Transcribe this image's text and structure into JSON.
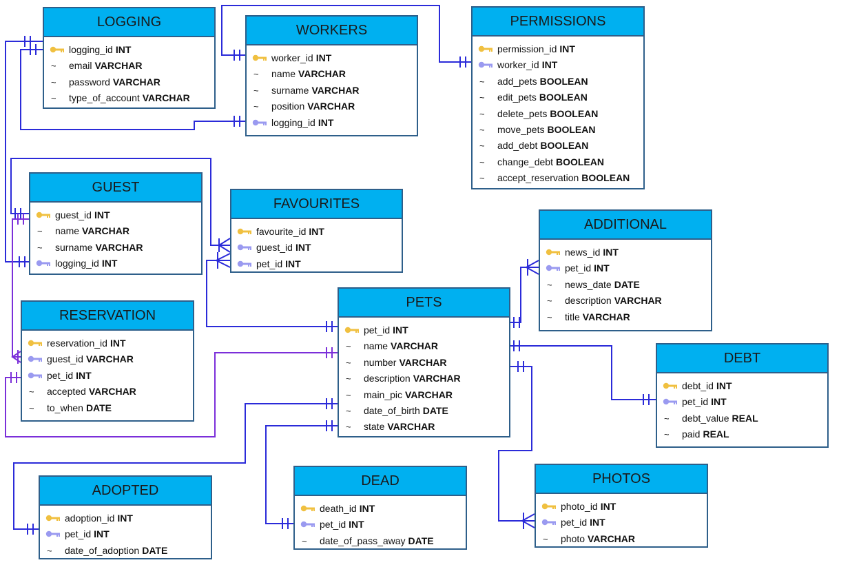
{
  "colors": {
    "header": "#00b0f0",
    "border": "#2e5f8a",
    "line": "#2b2bd9",
    "line_alt": "#7b2fd9",
    "pk_key": "#f0c040",
    "fk_key": "#9a9af0"
  },
  "entities": {
    "logging": {
      "title": "LOGGING",
      "fields": [
        {
          "kind": "pk",
          "name": "logging_id",
          "type": "INT"
        },
        {
          "kind": "attr",
          "name": "email",
          "type": "VARCHAR"
        },
        {
          "kind": "attr",
          "name": "password",
          "type": "VARCHAR"
        },
        {
          "kind": "attr",
          "name": "type_of_account",
          "type": "VARCHAR"
        }
      ]
    },
    "workers": {
      "title": "WORKERS",
      "fields": [
        {
          "kind": "pk",
          "name": "worker_id",
          "type": "INT"
        },
        {
          "kind": "attr",
          "name": "name",
          "type": "VARCHAR"
        },
        {
          "kind": "attr",
          "name": "surname",
          "type": "VARCHAR"
        },
        {
          "kind": "attr",
          "name": "position",
          "type": "VARCHAR"
        },
        {
          "kind": "fk",
          "name": "logging_id",
          "type": "INT"
        }
      ]
    },
    "permissions": {
      "title": "PERMISSIONS",
      "fields": [
        {
          "kind": "pk",
          "name": "permission_id",
          "type": "INT"
        },
        {
          "kind": "fk",
          "name": "worker_id",
          "type": "INT"
        },
        {
          "kind": "attr",
          "name": "add_pets",
          "type": "BOOLEAN"
        },
        {
          "kind": "attr",
          "name": "edit_pets",
          "type": "BOOLEAN"
        },
        {
          "kind": "attr",
          "name": "delete_pets",
          "type": "BOOLEAN"
        },
        {
          "kind": "attr",
          "name": "move_pets",
          "type": "BOOLEAN"
        },
        {
          "kind": "attr",
          "name": "add_debt",
          "type": "BOOLEAN"
        },
        {
          "kind": "attr",
          "name": "change_debt",
          "type": "BOOLEAN"
        },
        {
          "kind": "attr",
          "name": "accept_reservation",
          "type": "BOOLEAN"
        }
      ]
    },
    "guest": {
      "title": "GUEST",
      "fields": [
        {
          "kind": "pk",
          "name": "guest_id",
          "type": "INT"
        },
        {
          "kind": "attr",
          "name": "name",
          "type": "VARCHAR"
        },
        {
          "kind": "attr",
          "name": "surname",
          "type": "VARCHAR"
        },
        {
          "kind": "fk",
          "name": "logging_id",
          "type": "INT"
        }
      ]
    },
    "favourites": {
      "title": "FAVOURITES",
      "fields": [
        {
          "kind": "pk",
          "name": "favourite_id",
          "type": "INT"
        },
        {
          "kind": "fk",
          "name": "guest_id",
          "type": "INT"
        },
        {
          "kind": "fk",
          "name": "pet_id",
          "type": "INT"
        }
      ]
    },
    "additional": {
      "title": "ADDITIONAL",
      "fields": [
        {
          "kind": "pk",
          "name": "news_id",
          "type": "INT"
        },
        {
          "kind": "fk",
          "name": "pet_id",
          "type": "INT"
        },
        {
          "kind": "attr",
          "name": "news_date",
          "type": "DATE"
        },
        {
          "kind": "attr",
          "name": "description",
          "type": "VARCHAR"
        },
        {
          "kind": "attr",
          "name": "title",
          "type": "VARCHAR"
        }
      ]
    },
    "reservation": {
      "title": "RESERVATION",
      "fields": [
        {
          "kind": "pk",
          "name": "reservation_id",
          "type": "INT"
        },
        {
          "kind": "fk",
          "name": "guest_id",
          "type": "VARCHAR"
        },
        {
          "kind": "fk",
          "name": "pet_id",
          "type": "INT"
        },
        {
          "kind": "attr",
          "name": "accepted",
          "type": "VARCHAR"
        },
        {
          "kind": "attr",
          "name": "to_when",
          "type": "DATE"
        }
      ]
    },
    "pets": {
      "title": "PETS",
      "fields": [
        {
          "kind": "pk",
          "name": "pet_id",
          "type": "INT"
        },
        {
          "kind": "attr",
          "name": "name",
          "type": "VARCHAR"
        },
        {
          "kind": "attr",
          "name": "number",
          "type": "VARCHAR"
        },
        {
          "kind": "attr",
          "name": "description",
          "type": "VARCHAR"
        },
        {
          "kind": "attr",
          "name": "main_pic",
          "type": "VARCHAR"
        },
        {
          "kind": "attr",
          "name": "date_of_birth",
          "type": "DATE"
        },
        {
          "kind": "attr",
          "name": "state",
          "type": "VARCHAR"
        }
      ]
    },
    "debt": {
      "title": "DEBT",
      "fields": [
        {
          "kind": "pk",
          "name": "debt_id",
          "type": "INT"
        },
        {
          "kind": "fk",
          "name": "pet_id",
          "type": "INT"
        },
        {
          "kind": "attr",
          "name": "debt_value",
          "type": "REAL"
        },
        {
          "kind": "attr",
          "name": "paid",
          "type": "REAL"
        }
      ]
    },
    "adopted": {
      "title": "ADOPTED",
      "fields": [
        {
          "kind": "pk",
          "name": "adoption_id",
          "type": "INT"
        },
        {
          "kind": "fk",
          "name": "pet_id",
          "type": "INT"
        },
        {
          "kind": "attr",
          "name": "date_of_adoption",
          "type": "DATE"
        }
      ]
    },
    "dead": {
      "title": "DEAD",
      "fields": [
        {
          "kind": "pk",
          "name": "death_id",
          "type": "INT"
        },
        {
          "kind": "fk",
          "name": "pet_id",
          "type": "INT"
        },
        {
          "kind": "attr",
          "name": "date_of_pass_away",
          "type": "DATE"
        }
      ]
    },
    "photos": {
      "title": "PHOTOS",
      "fields": [
        {
          "kind": "pk",
          "name": "photo_id",
          "type": "INT"
        },
        {
          "kind": "fk",
          "name": "pet_id",
          "type": "INT"
        },
        {
          "kind": "attr",
          "name": "photo",
          "type": "VARCHAR"
        }
      ]
    }
  }
}
